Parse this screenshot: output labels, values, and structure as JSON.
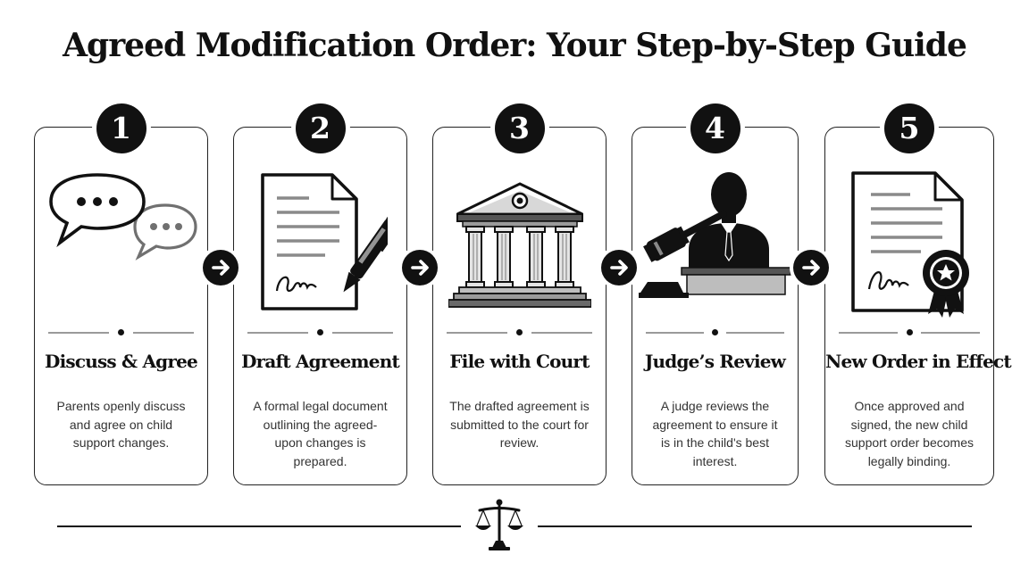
{
  "title": "Agreed Modification Order: Your Step-by-Step Guide",
  "steps": [
    {
      "number": "1",
      "title": "Discuss & Agree",
      "description": "Parents openly discuss and agree on child support changes.",
      "icon": "speech-bubbles-icon"
    },
    {
      "number": "2",
      "title": "Draft Agreement",
      "description": "A formal legal document outlining the agreed-upon changes is prepared.",
      "icon": "document-pen-icon"
    },
    {
      "number": "3",
      "title": "File with Court",
      "description": "The drafted agreement is submitted to the court for review.",
      "icon": "courthouse-icon"
    },
    {
      "number": "4",
      "title": "Judge’s Review",
      "description": "A judge reviews the agreement to ensure it is in the child's best interest.",
      "icon": "judge-gavel-icon"
    },
    {
      "number": "5",
      "title": "New Order in Effect",
      "description": "Once approved and signed, the new child support order becomes legally binding.",
      "icon": "certified-document-icon"
    }
  ],
  "connector_icon": "arrow-right-icon",
  "footer_icon": "scales-of-justice-icon",
  "colors": {
    "ink": "#111111",
    "text": "#333333",
    "divider": "#9a9a9a",
    "background": "#ffffff"
  }
}
